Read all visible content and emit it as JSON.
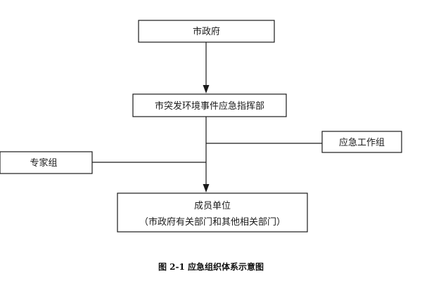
{
  "nodes": {
    "city_government": "市政府",
    "emergency_command": "市突发环境事件应急指挥部",
    "emergency_work_group": "应急工作组",
    "expert_group": "专家组",
    "member_units": "成员单位",
    "member_units_note": "（市政府有关部门和其他相关部门）"
  },
  "caption": "图 2-1  应急组织体系示意图"
}
